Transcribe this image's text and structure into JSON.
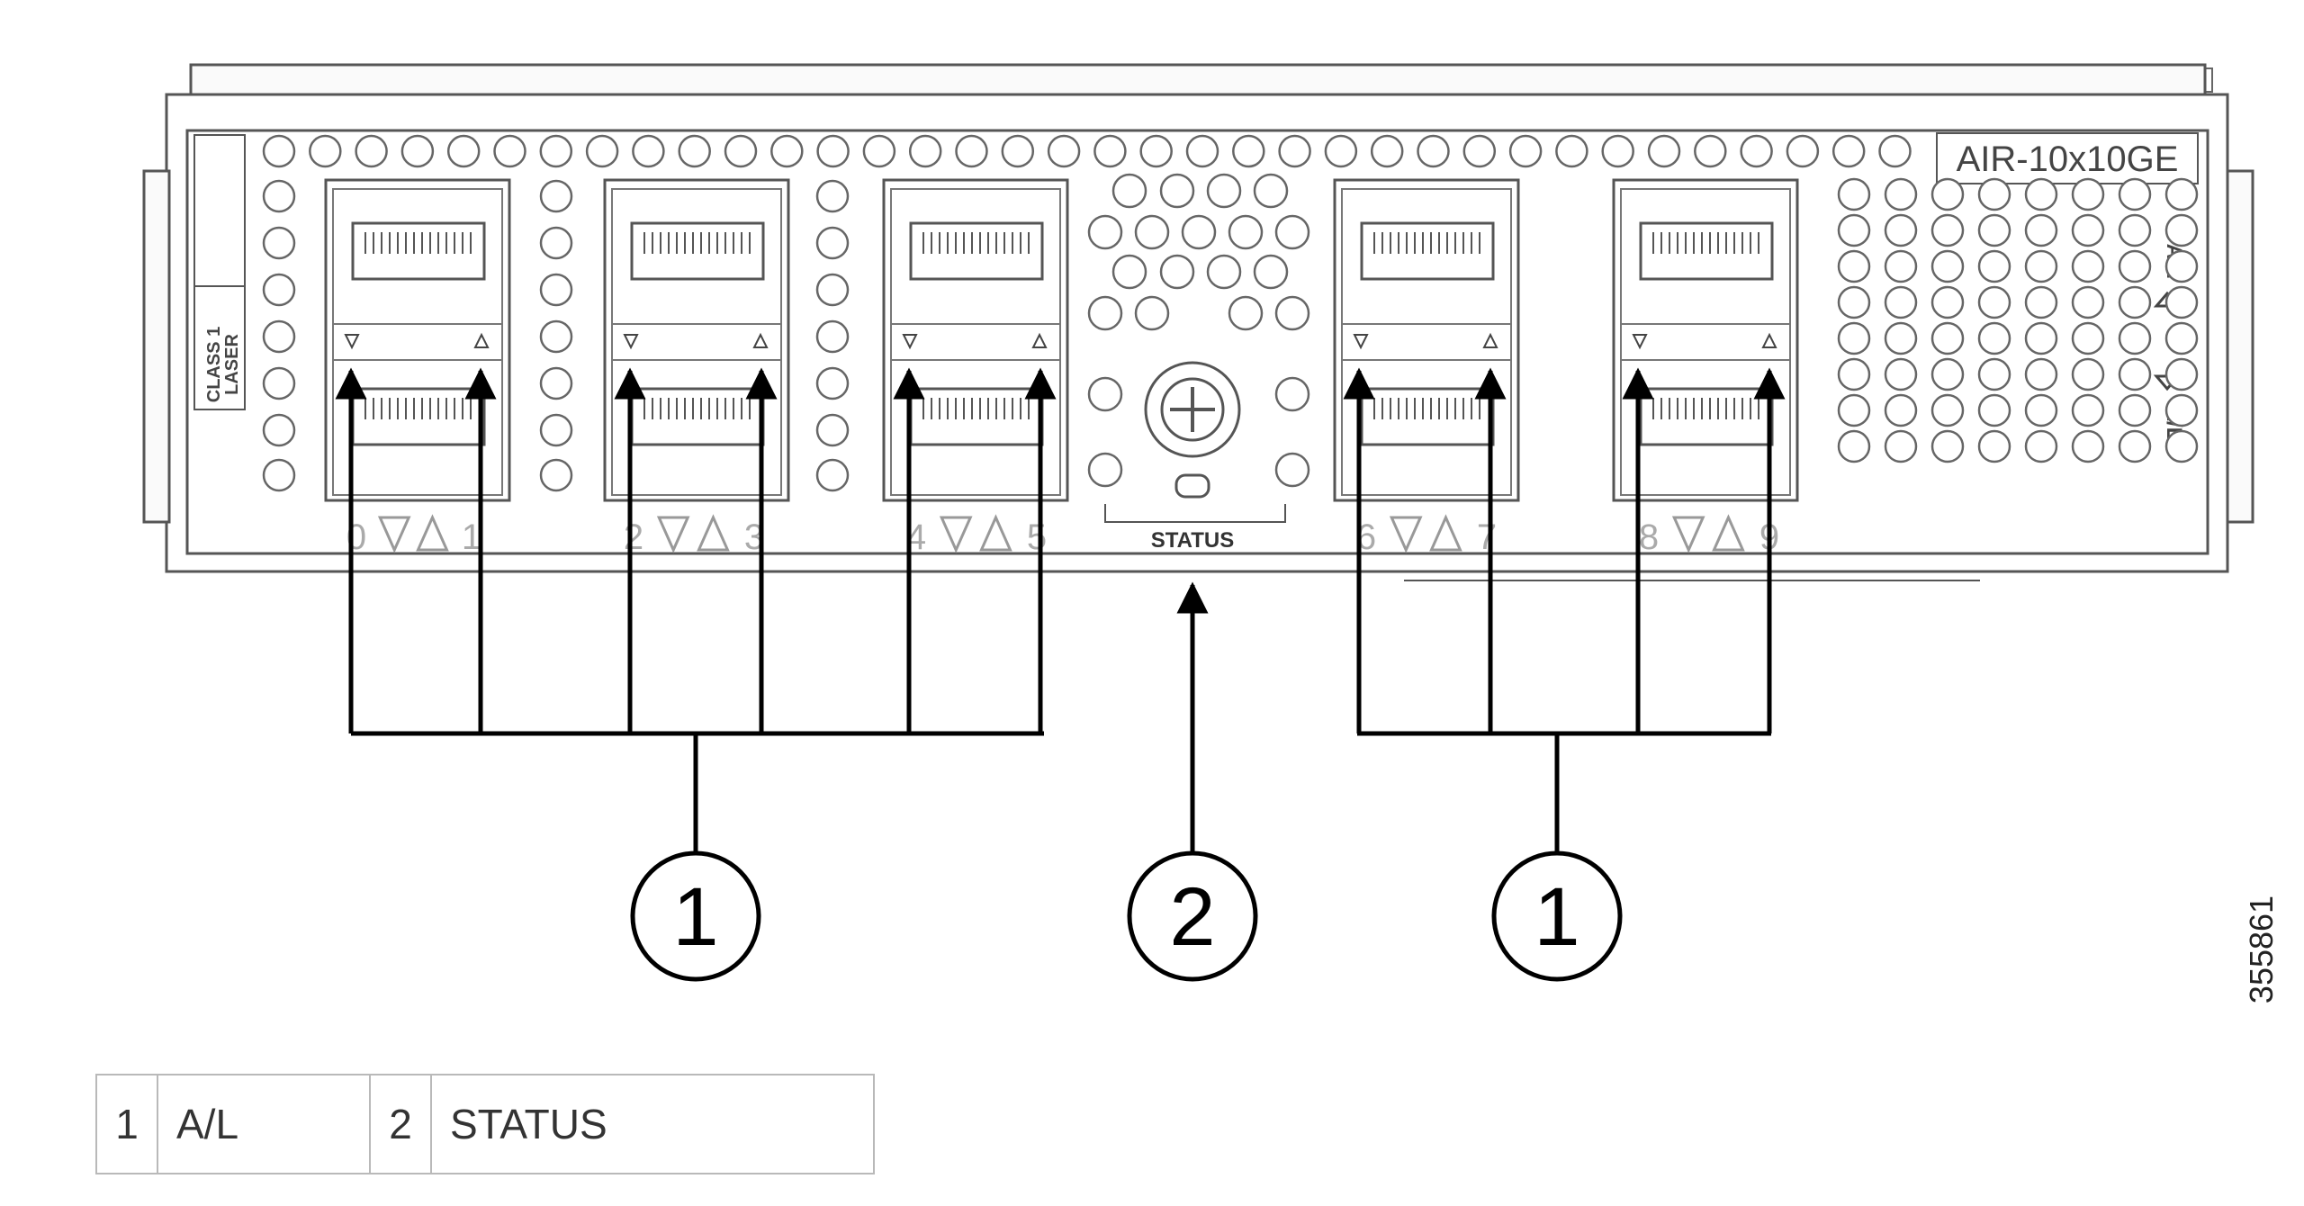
{
  "module": {
    "model": "AIR-10x10GE",
    "side_label_line1": "CLASS 1",
    "side_label_line2": "LASER",
    "status_label": "STATUS",
    "al_label_top": "A/L",
    "al_label_bottom": "A/L",
    "port_numbers": [
      "0",
      "1",
      "2",
      "3",
      "4",
      "5",
      "6",
      "7",
      "8",
      "9"
    ]
  },
  "callouts": [
    "1",
    "2",
    "1"
  ],
  "figure_id": "355861",
  "legend": [
    {
      "num": "1",
      "label": "A/L"
    },
    {
      "num": "2",
      "label": "STATUS"
    }
  ]
}
